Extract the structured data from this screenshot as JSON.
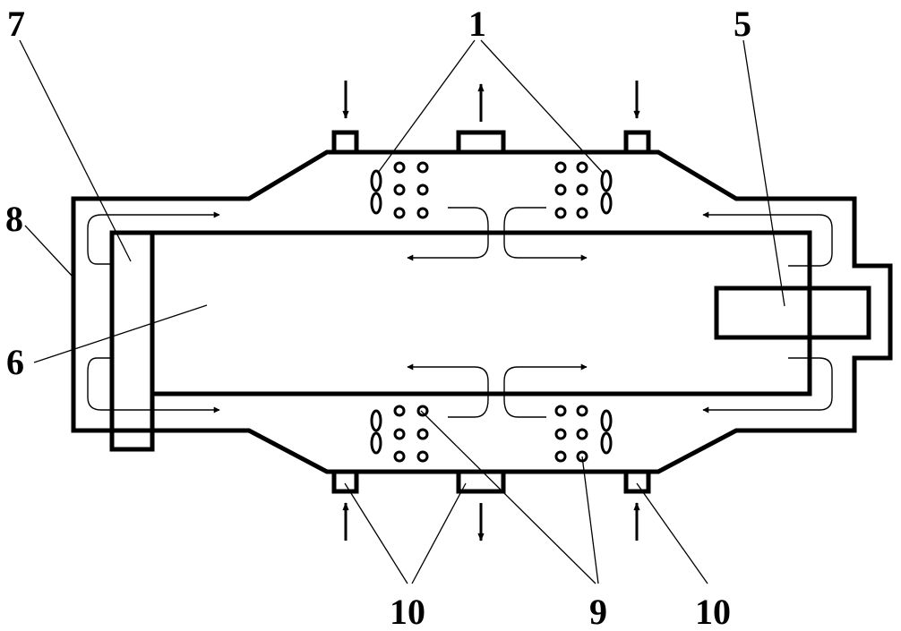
{
  "labels": {
    "l1": "1",
    "l5": "5",
    "l6": "6",
    "l7": "7",
    "l8": "8",
    "l9": "9",
    "l10_left": "10",
    "l10_right": "10"
  }
}
